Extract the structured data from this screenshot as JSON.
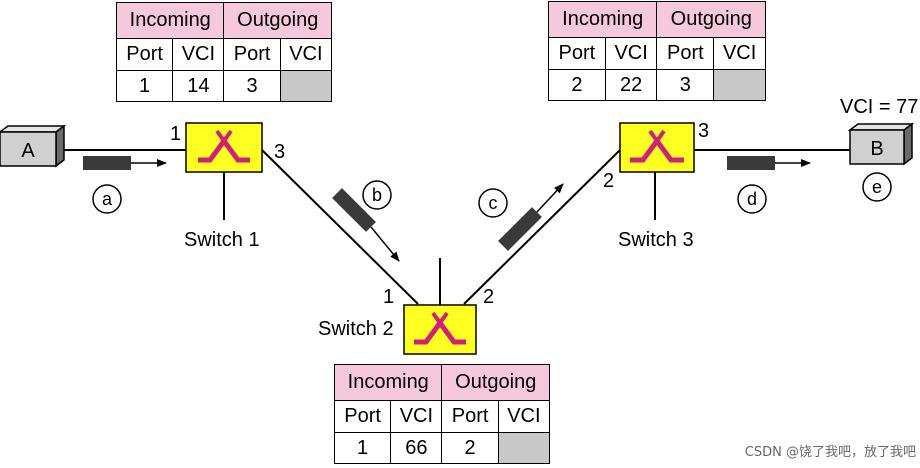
{
  "hosts": {
    "a": "A",
    "b": "B",
    "b_vci_note": "VCI = 77"
  },
  "switches": {
    "s1": {
      "label": "Switch 1",
      "ports": [
        "1",
        "3"
      ]
    },
    "s2": {
      "label": "Switch 2",
      "ports": [
        "1",
        "2"
      ]
    },
    "s3": {
      "label": "Switch 3",
      "ports": [
        "2",
        "3"
      ]
    }
  },
  "steps": [
    "a",
    "b",
    "c",
    "d",
    "e"
  ],
  "tables": {
    "headers": {
      "incoming": "Incoming",
      "outgoing": "Outgoing",
      "port": "Port",
      "vci": "VCI"
    },
    "s1": {
      "in_port": "1",
      "in_vci": "14",
      "out_port": "3"
    },
    "s2": {
      "in_port": "1",
      "in_vci": "66",
      "out_port": "2"
    },
    "s3": {
      "in_port": "2",
      "in_vci": "22",
      "out_port": "3"
    }
  },
  "colors": {
    "switch_fill": "#ffff22",
    "switch_symbol": "#d0207a",
    "header_fill": "#f6c8dc",
    "packet": "#3a3a3a"
  },
  "watermark": "CSDN @饶了我吧，放了我吧"
}
